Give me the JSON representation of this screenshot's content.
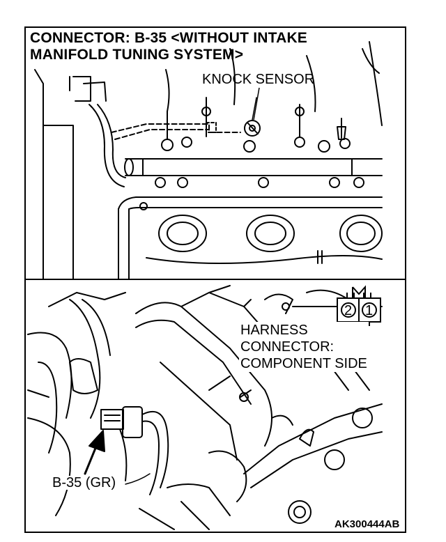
{
  "title_line1": "CONNECTOR: B-35 <WITHOUT INTAKE",
  "title_line2": "MANIFOLD TUNING SYSTEM>",
  "knock_sensor_label": "KNOCK SENSOR",
  "harness_label": {
    "line1": "HARNESS",
    "line2": "CONNECTOR:",
    "line3": "COMPONENT SIDE"
  },
  "pins": [
    "2",
    "1"
  ],
  "connector_callout": "B-35 (GR)",
  "figure_code": "AK300444AB"
}
